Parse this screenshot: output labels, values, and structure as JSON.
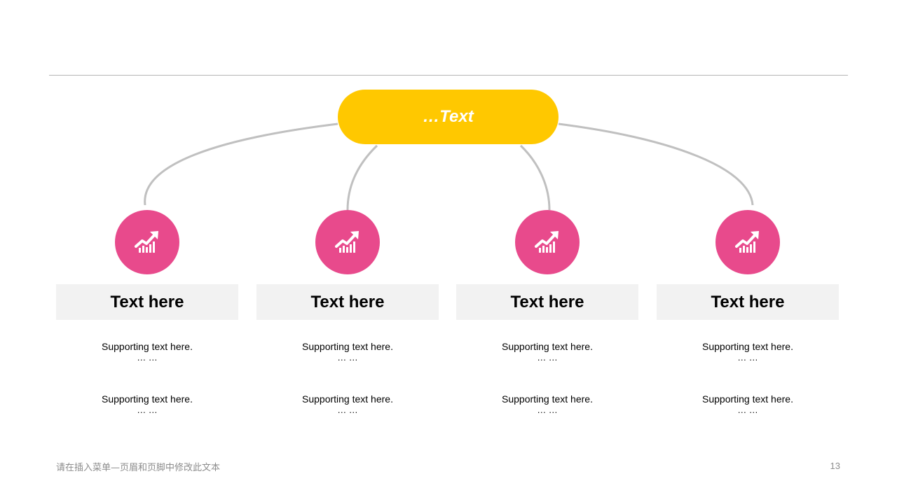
{
  "colors": {
    "root_fill": "#FFC800",
    "node_fill": "#E84A8C",
    "connector": "#C0C0C0",
    "header_fill": "#F2F2F2"
  },
  "root": {
    "label": "…Text"
  },
  "branches": [
    {
      "icon": "chart-growth-icon",
      "title": "Text here",
      "supports": [
        {
          "text": "Supporting  text here.",
          "dots": "… …"
        },
        {
          "text": "Supporting  text here.",
          "dots": "… …"
        }
      ]
    },
    {
      "icon": "chart-growth-icon",
      "title": "Text here",
      "supports": [
        {
          "text": "Supporting  text here.",
          "dots": "… …"
        },
        {
          "text": "Supporting  text here.",
          "dots": "… …"
        }
      ]
    },
    {
      "icon": "chart-growth-icon",
      "title": "Text here",
      "supports": [
        {
          "text": "Supporting  text here.",
          "dots": "… …"
        },
        {
          "text": "Supporting  text here.",
          "dots": "… …"
        }
      ]
    },
    {
      "icon": "chart-growth-icon",
      "title": "Text here",
      "supports": [
        {
          "text": "Supporting  text here.",
          "dots": "… …"
        },
        {
          "text": "Supporting  text here.",
          "dots": "… …"
        }
      ]
    }
  ],
  "footer": {
    "text": "请在插入菜单—页眉和页脚中修改此文本",
    "page_number": "13"
  }
}
